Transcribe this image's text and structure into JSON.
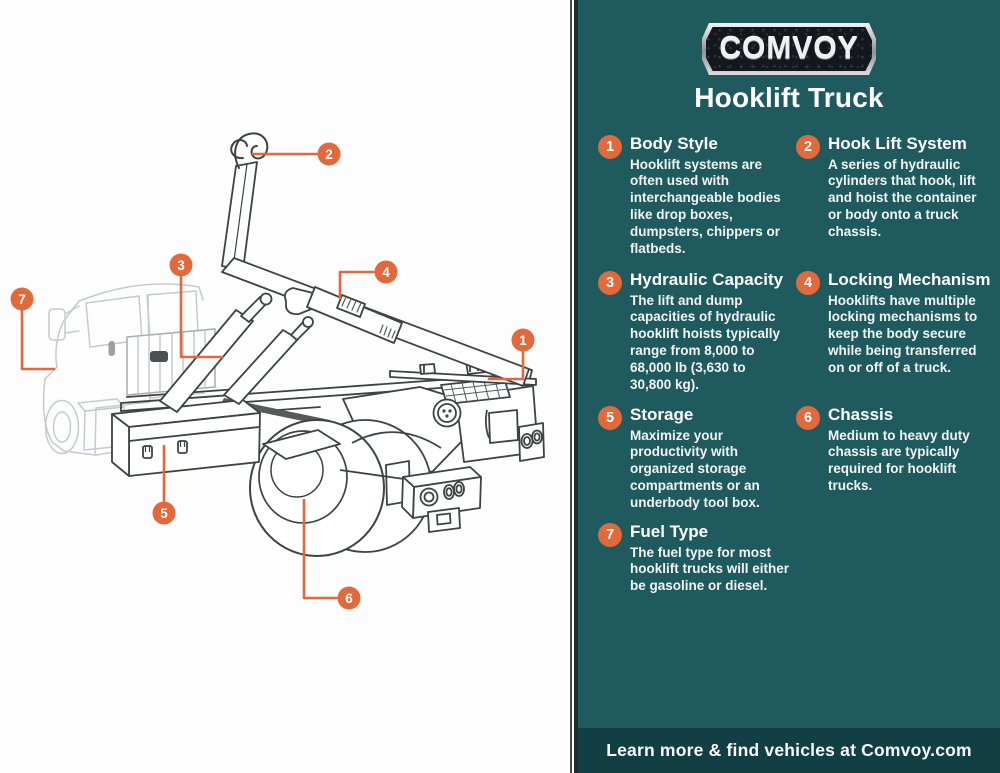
{
  "brand": {
    "logo": "COMVOY",
    "title": "Hooklift Truck"
  },
  "items": [
    {
      "num": "1",
      "title": "Body Style",
      "desc": "Hooklift systems are often used with interchangeable bodies like drop boxes, dumpsters, chippers or flatbeds."
    },
    {
      "num": "2",
      "title": "Hook Lift System",
      "desc": "A series of hydraulic cylinders that hook, lift and hoist the container or body onto a truck chassis."
    },
    {
      "num": "3",
      "title": "Hydraulic Capacity",
      "desc": "The lift and dump capacities of hydraulic hooklift hoists typically range from 8,000 to 68,000 lb (3,630 to 30,800 kg)."
    },
    {
      "num": "4",
      "title": "Locking Mechanism",
      "desc": "Hooklifts have multiple locking mechanisms to keep the body secure while being transferred on or off of a truck."
    },
    {
      "num": "5",
      "title": "Storage",
      "desc": "Maximize your productivity with organized storage compartments or an underbody tool box."
    },
    {
      "num": "6",
      "title": "Chassis",
      "desc": "Medium to heavy duty chassis are typically required for hooklift trucks."
    },
    {
      "num": "7",
      "title": "Fuel Type",
      "desc": "The fuel type for most hooklift trucks will either be gasoline or diesel."
    }
  ],
  "footer": {
    "text": "Learn more & find vehicles at Comvoy.com"
  },
  "colors": {
    "panel_teal": "#1e5a5e",
    "footer_teal": "#123f44",
    "accent_orange": "#e2693c",
    "line_dark": "#3f4245",
    "line_ghost": "#c7cacc",
    "badge_dark": "#14181d"
  }
}
